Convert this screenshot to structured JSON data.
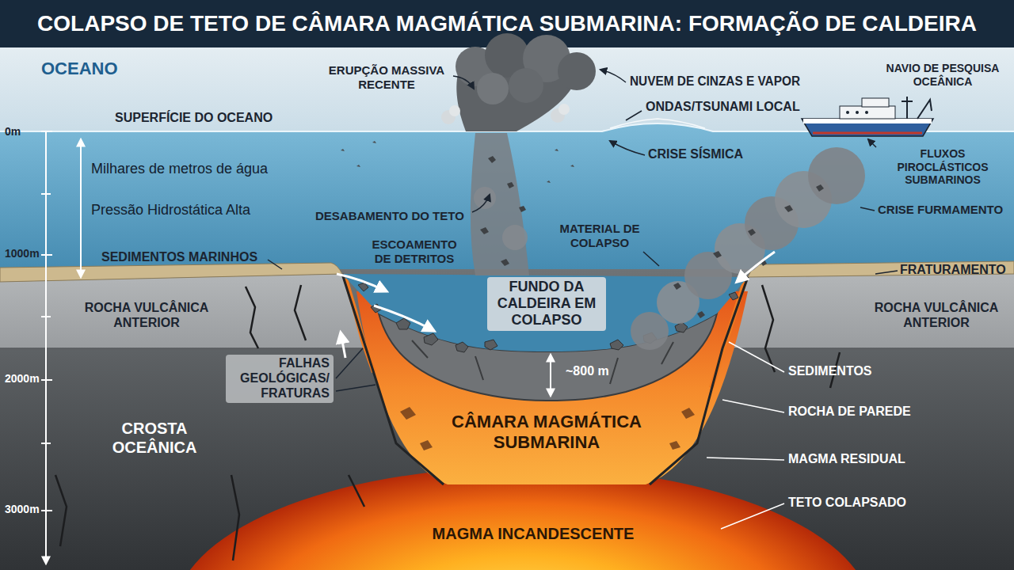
{
  "diagram": {
    "title": "COLAPSO DE TETO DE CÂMARA MAGMÁTICA SUBMARINA: FORMAÇÃO DE CALDEIRA",
    "labels": [
      "OCEANO",
      "ERUPÇÃO MASSIVA RECENTE",
      "NUVEM DE CINZAS E VAPOR",
      "NAVIO DE PESQUISA OCEÂNICA",
      "SUPERFÍCIE DO OCEANO",
      "ONDAS/TSUNAMI LOCAL",
      "0m",
      "CRISE SÍSMICA",
      "FLUXOS PIROCLÁSTICOS SUBMARINOS",
      "Milhares de metros de água",
      "Pressão Hidrostática Alta",
      "DESABAMENTO DO TETO",
      "CRISE FURMAMENTO",
      "MATERIAL DE COLAPSO",
      "ESCOAMENTO DE DETRITOS",
      "1000m",
      "SEDIMENTOS MARINHOS",
      "FRATURAMENTO",
      "FUNDO DA CALDEIRA EM COLAPSO",
      "ROCHA VULCÂNICA ANTERIOR",
      "ROCHA VULCÂNICA ANTERIOR",
      "~800 m",
      "2000m",
      "FALHAS GEOLÓGICAS/ FRATURAS",
      "SEDIMENTOS",
      "CÂMARA MAGMÁTICA SUBMARINA",
      "CROSTA OCEÂNICA",
      "ROCHA DE PAREDE",
      "MAGMA RESIDUAL",
      "3000m",
      "TETO COLAPSADO",
      "MAGMA INCANDESCENTE"
    ]
  }
}
